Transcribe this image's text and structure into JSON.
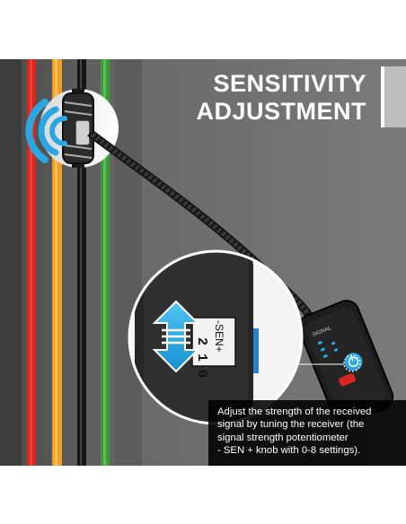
{
  "headline": {
    "line1": "SENSITIVITY",
    "line2": "ADJUSTMENT"
  },
  "knob": {
    "scale_digits": "2 1 0",
    "label": "-SEN+"
  },
  "device": {
    "signal_label": "SIGNAL"
  },
  "caption": {
    "lines": [
      "Adjust the strength of the received",
      "signal by tuning the receiver (the",
      "signal strength potentiometer",
      "- SEN + knob with 0-8 settings)."
    ]
  },
  "colors": {
    "wire_red": "#d8251d",
    "wire_orange": "#f2a023",
    "wire_black": "#151515",
    "wire_green": "#3a9d35",
    "accent_blue": "#2aa7e2",
    "wall": "#6f6f6f"
  },
  "icons": [
    "signal-wave-icon",
    "up-down-arrow-icon",
    "power-button-icon"
  ]
}
